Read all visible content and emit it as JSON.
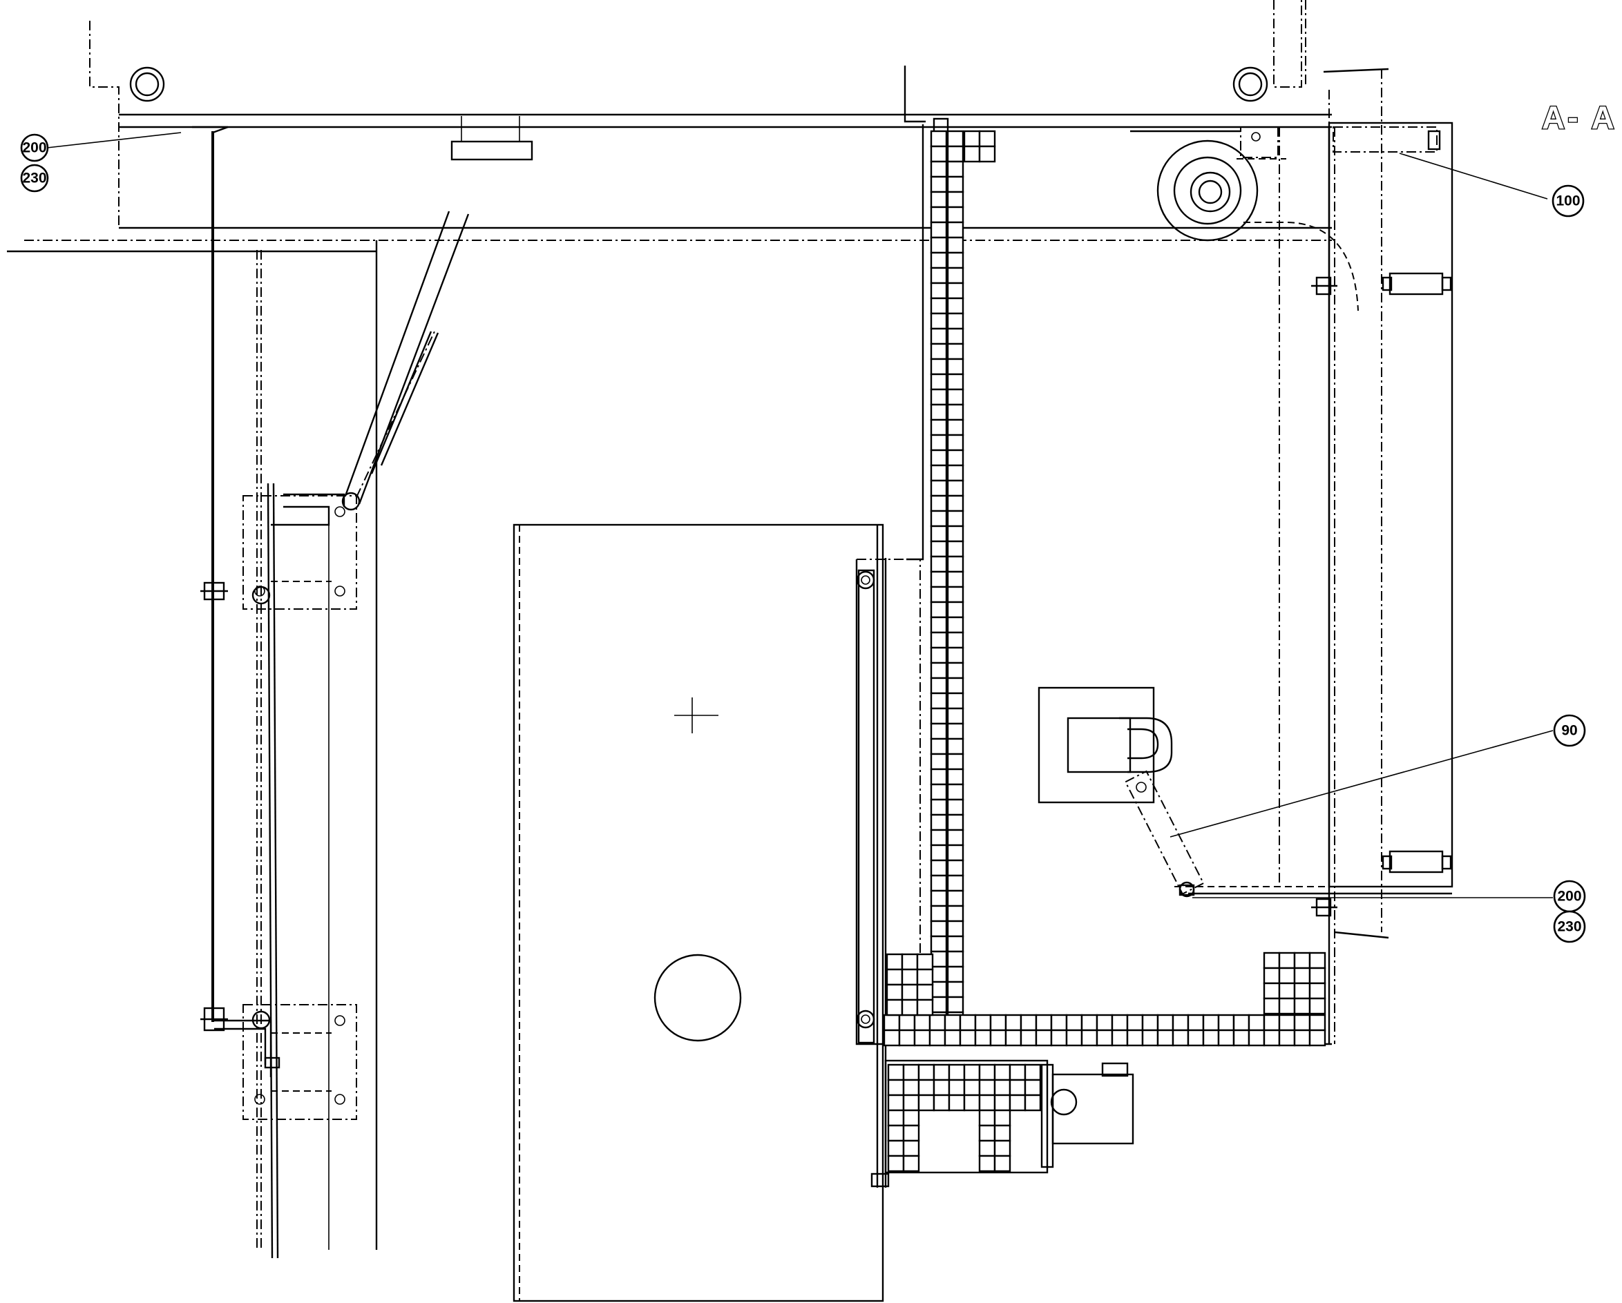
{
  "drawing": {
    "section_label": "A- A",
    "callouts": {
      "c100": "100",
      "c90": "90",
      "c200_top": "200",
      "c230_top": "230",
      "c200_right": "200",
      "c230_right": "230"
    }
  },
  "colors": {
    "line": "#000000",
    "background": "#ffffff"
  }
}
